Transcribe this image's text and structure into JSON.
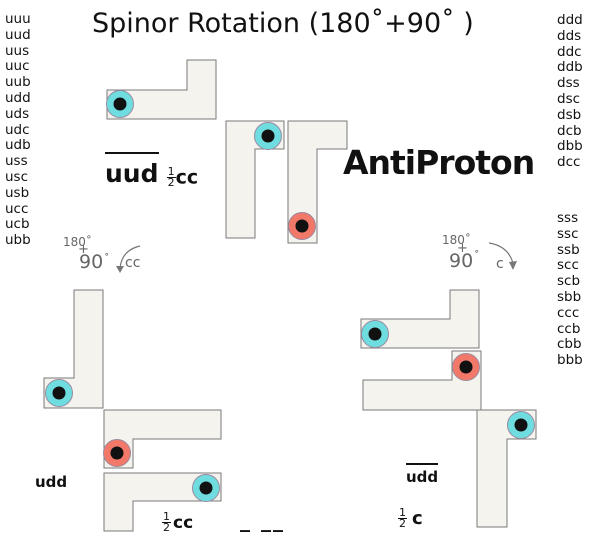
{
  "title": "Spinor Rotation (180˚+90˚ )",
  "particle_name": "AntiProton",
  "quark_lists": {
    "left": [
      "uuu",
      "uud",
      "uus",
      "uuc",
      "uub",
      "udd",
      "uds",
      "udc",
      "udb",
      "uss",
      "usc",
      "usb",
      "ucc",
      "ucb",
      "ubb"
    ],
    "right_top": [
      "ddd",
      "dds",
      "ddc",
      "ddb",
      "dss",
      "dsc",
      "dsb",
      "dcb",
      "dbb",
      "dcc"
    ],
    "right_bottom": [
      "sss",
      "ssc",
      "ssb",
      "scc",
      "scb",
      "sbb",
      "ccc",
      "ccb",
      "cbb",
      "bbb"
    ]
  },
  "top_group": {
    "quark_label": "uud",
    "fraction_num": "1",
    "fraction_den": "2",
    "spin_label": "cc"
  },
  "rotation_left": {
    "angle_a": "180˚",
    "plus": "+",
    "angle_b": "90",
    "deg": "˚",
    "direction": "cc",
    "arrow": "counterclockwise-arrow"
  },
  "rotation_right": {
    "angle_a": "180˚",
    "plus": "+",
    "angle_b": "90",
    "deg": "˚",
    "direction": "c",
    "arrow": "clockwise-arrow"
  },
  "bottom_left_group": {
    "quark_label": "udd",
    "fraction_num": "1",
    "fraction_den": "2",
    "spin_label": "cc",
    "dashes": "_ __"
  },
  "bottom_right_group": {
    "quark_label": "udd",
    "fraction_num": "1",
    "fraction_den": "2",
    "spin_label": "c"
  },
  "colors": {
    "block_fill": "#f5f3ee",
    "block_stroke": "#7a7a7a",
    "quark_cyan": "#6fdde0",
    "quark_red": "#f2786a",
    "quark_core": "#111111",
    "rotation_text": "#666666"
  }
}
